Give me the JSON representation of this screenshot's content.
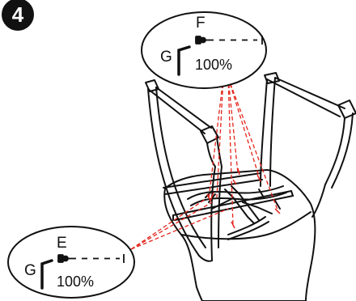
{
  "step": {
    "number": "4"
  },
  "callout_top": {
    "screw_letter": "F",
    "tool_letter": "G",
    "percent": "100%"
  },
  "callout_bottom": {
    "screw_letter": "E",
    "tool_letter": "G",
    "percent": "100%"
  },
  "colors": {
    "line": "#111111",
    "guide": "#e3241b",
    "badge": "#111111"
  }
}
